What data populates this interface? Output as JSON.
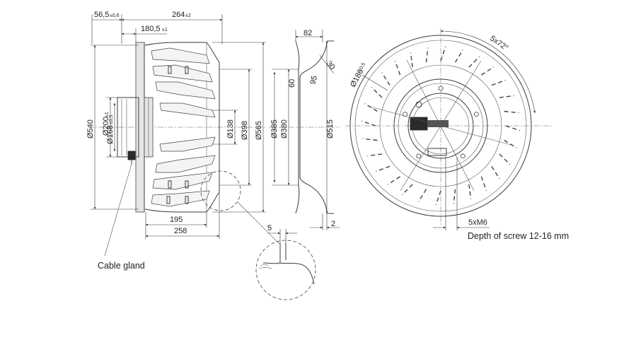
{
  "side_view": {
    "top_dims": {
      "d_56_5": "56,5",
      "d_56_5_tol": "±0,6",
      "d_264": "264",
      "d_264_tol": "±2",
      "d_180_5": "180,5",
      "d_180_5_tol": "±1"
    },
    "bottom_dims": {
      "d_195": "195",
      "d_258": "258"
    },
    "diameters": {
      "d540": "Ø540",
      "d200": "Ø200",
      "d200_tol": "±1",
      "d168": "Ø168",
      "d168_tol": "±0,5",
      "d138": "Ø138",
      "d398": "Ø398",
      "d565": "Ø565"
    },
    "cable_gland_label": "Cable gland"
  },
  "section_view": {
    "d82": "82",
    "d30": "30",
    "d60": "60",
    "d95": "95",
    "d385": "Ø385",
    "d380": "Ø380",
    "d515": "Ø515",
    "d2": "2"
  },
  "detail_view": {
    "d5": "5"
  },
  "front_view": {
    "d186": "Ø186",
    "d186_tol": "±0,5",
    "angle": "5x72°",
    "screw": "5xM6",
    "screw_depth": "Depth of screw 12-16 mm"
  },
  "colors": {
    "line": "#3a3a3a",
    "background": "#ffffff",
    "dark_fill": "#2b2b2b"
  }
}
